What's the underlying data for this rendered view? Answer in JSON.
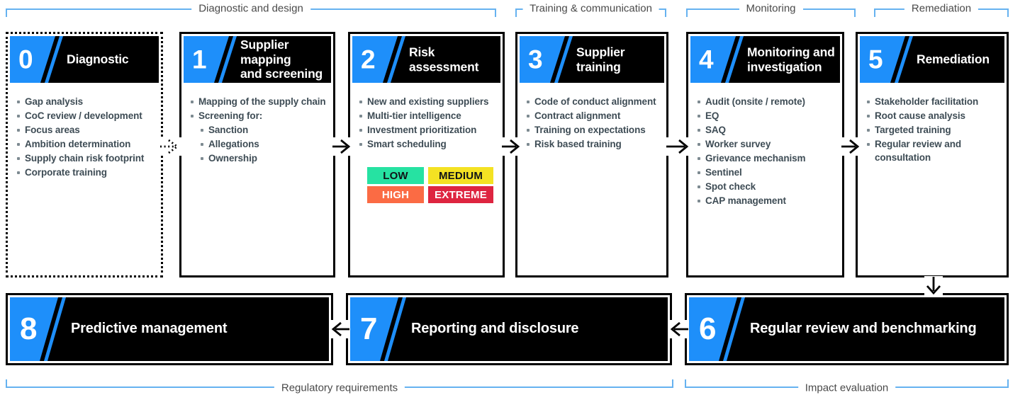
{
  "colors": {
    "accent_blue": "#1E8FFA",
    "bracket_blue": "#66B2F0",
    "header_bg": "#000000",
    "header_text": "#FFFFFF",
    "list_text": "#3E4C55",
    "label_gray": "#4A4A4A"
  },
  "brackets": {
    "top": [
      {
        "label": "Diagnostic and design"
      },
      {
        "label": "Training & communication"
      },
      {
        "label": "Monitoring"
      },
      {
        "label": "Remediation"
      }
    ],
    "bottom": [
      {
        "label": "Regulatory requirements"
      },
      {
        "label": "Impact evaluation"
      }
    ]
  },
  "stages": [
    {
      "number": "0",
      "title": "Diagnostic",
      "items": [
        {
          "text": "Gap analysis"
        },
        {
          "text": "CoC review / development"
        },
        {
          "text": "Focus areas"
        },
        {
          "text": "Ambition determination"
        },
        {
          "text": "Supply chain risk footprint"
        },
        {
          "text": "Corporate training"
        }
      ]
    },
    {
      "number": "1",
      "title": "Supplier mapping\nand screening",
      "items": [
        {
          "text": "Mapping of the supply chain"
        },
        {
          "text": "Screening for:"
        },
        {
          "text": "Sanction",
          "sub": true
        },
        {
          "text": "Allegations",
          "sub": true
        },
        {
          "text": "Ownership",
          "sub": true
        }
      ]
    },
    {
      "number": "2",
      "title": "Risk\nassessment",
      "items": [
        {
          "text": "New and existing suppliers"
        },
        {
          "text": "Multi-tier intelligence"
        },
        {
          "text": "Investment prioritization"
        },
        {
          "text": "Smart scheduling"
        }
      ],
      "badges": [
        {
          "label": "LOW",
          "bg": "#26E2A2",
          "fg": "#101417"
        },
        {
          "label": "MEDIUM",
          "bg": "#F4E223",
          "fg": "#101417"
        },
        {
          "label": "HIGH",
          "bg": "#FB6B44",
          "fg": "#FFFFFF"
        },
        {
          "label": "EXTREME",
          "bg": "#DE2540",
          "fg": "#FFFFFF"
        }
      ]
    },
    {
      "number": "3",
      "title": "Supplier\ntraining",
      "items": [
        {
          "text": "Code of conduct alignment"
        },
        {
          "text": "Contract alignment"
        },
        {
          "text": "Training on expectations"
        },
        {
          "text": "Risk based training"
        }
      ]
    },
    {
      "number": "4",
      "title": "Monitoring and\ninvestigation",
      "items": [
        {
          "text": "Audit (onsite / remote)"
        },
        {
          "text": "EQ"
        },
        {
          "text": "SAQ"
        },
        {
          "text": "Worker survey"
        },
        {
          "text": "Grievance mechanism"
        },
        {
          "text": "Sentinel"
        },
        {
          "text": "Spot check"
        },
        {
          "text": "CAP management"
        }
      ]
    },
    {
      "number": "5",
      "title": "Remediation",
      "items": [
        {
          "text": "Stakeholder facilitation"
        },
        {
          "text": "Root cause analysis"
        },
        {
          "text": "Targeted training"
        },
        {
          "text": "Regular review and consultation"
        }
      ]
    }
  ],
  "bottom_stages": [
    {
      "number": "6",
      "title": "Regular review and benchmarking"
    },
    {
      "number": "7",
      "title": "Reporting and disclosure"
    },
    {
      "number": "8",
      "title": "Predictive management"
    }
  ],
  "icons": {
    "arrow_right": "solid open-head right arrow",
    "arrow_left": "solid open-head left arrow",
    "arrow_down": "solid open-head down arrow",
    "arrow_dotted_right": "dotted open-head right arrow"
  }
}
